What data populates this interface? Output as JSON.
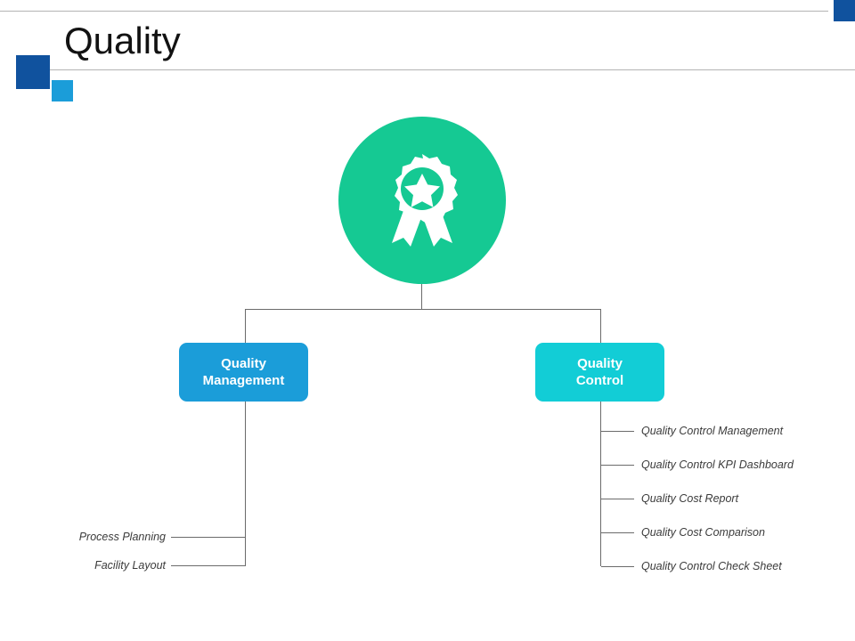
{
  "slide": {
    "title": "Quality",
    "accent_dark_blue": "#10529e",
    "accent_light_blue": "#1b9dd9",
    "accent_green": "#15c993",
    "accent_cyan": "#12cdd6",
    "connector_color": "#6b6b6b"
  },
  "hub": {
    "icon": "award-ribbon-badge-icon"
  },
  "nodes": [
    {
      "id": "quality-management",
      "line1": "Quality",
      "line2": "Management",
      "color": "#1b9dd9"
    },
    {
      "id": "quality-control",
      "line1": "Quality",
      "line2": "Control",
      "color": "#12cdd6"
    }
  ],
  "branches": {
    "left": {
      "parent": "quality-management",
      "items": [
        {
          "label": "Process Planning"
        },
        {
          "label": "Facility Layout"
        }
      ]
    },
    "right": {
      "parent": "quality-control",
      "items": [
        {
          "label": "Quality Control Management"
        },
        {
          "label": "Quality Control KPI Dashboard"
        },
        {
          "label": "Quality Cost Report"
        },
        {
          "label": "Quality Cost Comparison"
        },
        {
          "label": "Quality Control Check Sheet"
        }
      ]
    }
  }
}
